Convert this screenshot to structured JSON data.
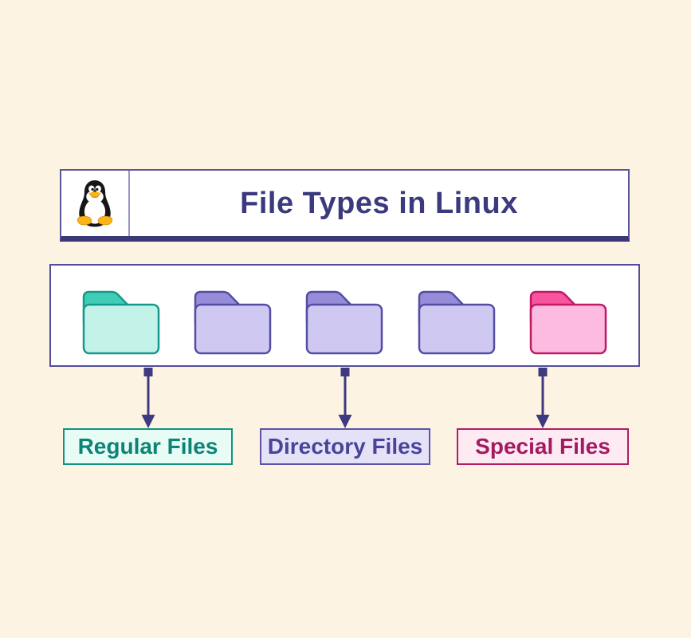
{
  "page": {
    "background": "#fdf3e3"
  },
  "header": {
    "title": "File Types in Linux",
    "title_color": "#3b3a7f",
    "logo": "tux-linux-penguin",
    "border_color": "#5b5699",
    "underline_color": "#3b3878",
    "divider_color": "#9a95c2"
  },
  "folders_panel": {
    "background": "#ffffff",
    "border_color": "#534d9c",
    "folders": [
      {
        "name": "folder-regular-file",
        "tab_color": "#40cdb8",
        "body_color": "#c3f2e8",
        "outline_color": "#149a8b"
      },
      {
        "name": "folder-directory-file",
        "tab_color": "#968dda",
        "body_color": "#cfc9f1",
        "outline_color": "#544da4"
      },
      {
        "name": "folder-directory-file",
        "tab_color": "#968dda",
        "body_color": "#cfc9f1",
        "outline_color": "#544da4"
      },
      {
        "name": "folder-directory-file",
        "tab_color": "#968dda",
        "body_color": "#cfc9f1",
        "outline_color": "#544da4"
      },
      {
        "name": "folder-special-file",
        "tab_color": "#f9549f",
        "body_color": "#fcbbdf",
        "outline_color": "#c01a67"
      }
    ]
  },
  "arrows": {
    "color": "#3d3a80",
    "count": 3
  },
  "labels": [
    {
      "text": "Regular Files",
      "text_color": "#0d8376",
      "background": "#e8fcf6",
      "border_color": "#109384"
    },
    {
      "text": "Directory Files",
      "text_color": "#4a4499",
      "background": "#e5e2f8",
      "border_color": "#5b54a8"
    },
    {
      "text": "Special Files",
      "text_color": "#a31a61",
      "background": "#fdeaf3",
      "border_color": "#b21c66"
    }
  ],
  "tux_colors": {
    "body": "#161616",
    "belly": "#ffffff",
    "beak_feet": "#f9b517",
    "beak_shadow": "#d98e0e"
  }
}
